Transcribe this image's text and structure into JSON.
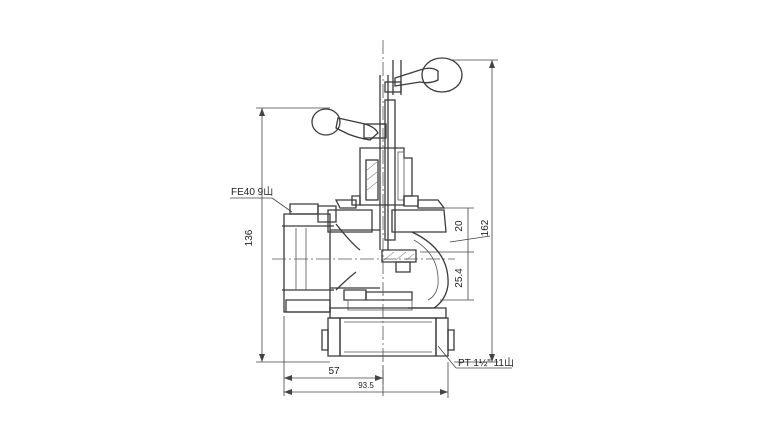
{
  "diagram": {
    "subject": "angle valve technical drawing (side elevation)",
    "labels": {
      "inlet_thread": "FE40 9山",
      "outlet_thread": "PT 1½\" 11山",
      "height_overall": "136",
      "height_total": "162",
      "dim_20": "20",
      "dim_25_4": "25.4",
      "width_57": "57",
      "width_93_5": "93.5"
    },
    "colors": {
      "line": "#3a3a3a",
      "background": "#ffffff"
    }
  }
}
